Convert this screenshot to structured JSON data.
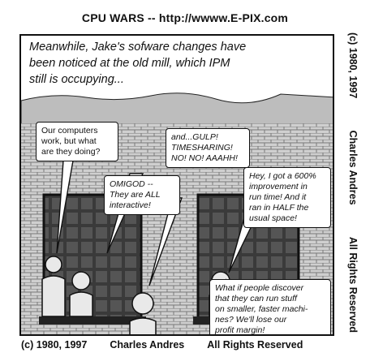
{
  "header": {
    "title": "CPU WARS -- http://wwww.E-PIX.com"
  },
  "caption": "Meanwhile, Jake's sofware changes have\nbeen noticed at the old mill, which IPM\nstill is occupying...",
  "bubbles": {
    "computers": "Our computers\nwork, but what\nare they doing?",
    "timesharing": "and...GULP!\nTIMESHARING!\nNO! NO! AAAHH!",
    "omigod": "OMIGOD --\nThey are ALL\ninteractive!",
    "improvement": "Hey, I got a 600%\nimprovement in\nrun time! And it\nran in HALF the\nusual space!",
    "profit": "What if people discover\nthat they can run stuff\non smaller, faster machi-\nnes? We'll lose our\nprofit margin!"
  },
  "side_credits": {
    "copyright": "(c) 1980, 1997",
    "author": "Charles Andres",
    "rights": "All Rights Reserved"
  },
  "footer": {
    "copyright": "(c) 1980, 1997",
    "author": "Charles Andres",
    "rights": "All Rights Reserved"
  }
}
